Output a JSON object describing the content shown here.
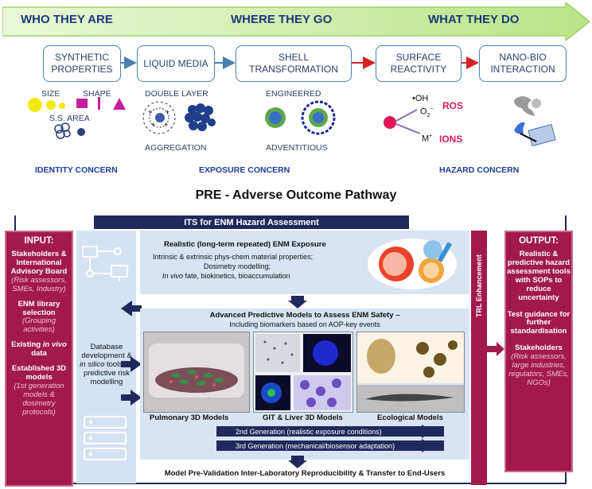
{
  "header": {
    "who": "WHO THEY ARE",
    "where": "WHERE THEY GO",
    "what": "WHAT THEY DO"
  },
  "steps": {
    "s1": "SYNTHETIC PROPERTIES",
    "s2": "LIQUID MEDIA",
    "s3": "SHELL TRANSFORMATION",
    "s4": "SURFACE REACTIVITY",
    "s5": "NANO-BIO INTERACTION"
  },
  "labels": {
    "size": "SIZE",
    "shape": "SHAPE",
    "ssarea": "S.S. AREA",
    "double_layer": "DOUBLE LAYER",
    "aggregation": "AGGREGATION",
    "engineered": "ENGINEERED",
    "adventitious": "ADVENTITIOUS",
    "oh": "•OH",
    "o2": "O",
    "o2_sub": "2",
    "o2_sup": "−",
    "ros": "ROS",
    "m": "M",
    "m_sup": "+",
    "ions": "IONS"
  },
  "concerns": {
    "identity": "IDENTITY CONCERN",
    "exposure": "EXPOSURE CONCERN",
    "hazard": "HAZARD CONCERN"
  },
  "pre_title": "PRE - Adverse Outcome Pathway",
  "its": {
    "title": "ITS for ENM Hazard Assessment",
    "input": {
      "head": "INPUT:",
      "stakeholders": "Stakeholders & International Advisory Board",
      "stakeholders_note": "(Risk assessors, SMEs, Industry)",
      "library": "ENM library selection",
      "library_note": "(Grouping activities)",
      "existing_a": "Existing",
      "existing_b": "in vivo",
      "existing_c": "data",
      "established": "Established 3D models",
      "established_note": "(1st generation models & dosimetry protocols)"
    },
    "database_a": "Database development &",
    "database_b": "in silico",
    "database_c": "tools for predictive risk modelling",
    "trl": "TRL Enhancement",
    "exposure": {
      "title": "Realistic (long-term repeated) ENM Exposure",
      "line1": "Intrinsic & extrinsic phys-chem material properties;",
      "line2": "Dosimetry modelling;",
      "line3a": "In vivo",
      "line3b": "fate, biokinetics, bioaccumulation"
    },
    "models": {
      "title": "Advanced Predictive Models to Assess ENM Safety –",
      "subtitle": "Including biomarkers based on AOP-key events",
      "pulmonary": "Pulmonary 3D Models",
      "git": "GIT & Liver 3D Models",
      "ecological": "Ecological Models",
      "gen2": "2nd Generation (realistic exposure conditions)",
      "gen3": "3rd Generation (mechanical/biosensor adaptation)"
    },
    "bottom": "Model Pre-Validation Inter-Laboratory Reproducibility & Transfer to End-Users",
    "output": {
      "head": "OUTPUT:",
      "o1": "Realistic & predictive hazard assessment tools with SOPs to reduce uncertainty",
      "o2": "Test guidance for further standardisation",
      "o3": "Stakeholders",
      "o3_note": "(Risk assessors, large industries, regulators, SMEs, NGOs)"
    }
  },
  "colors": {
    "arrow_fill": "#c8ea9c",
    "navy": "#1f2a5c",
    "maroon": "#a21a4c",
    "yellow": "#f3ea14",
    "magenta": "#c61e9c",
    "ros_pink": "#d81b60"
  }
}
